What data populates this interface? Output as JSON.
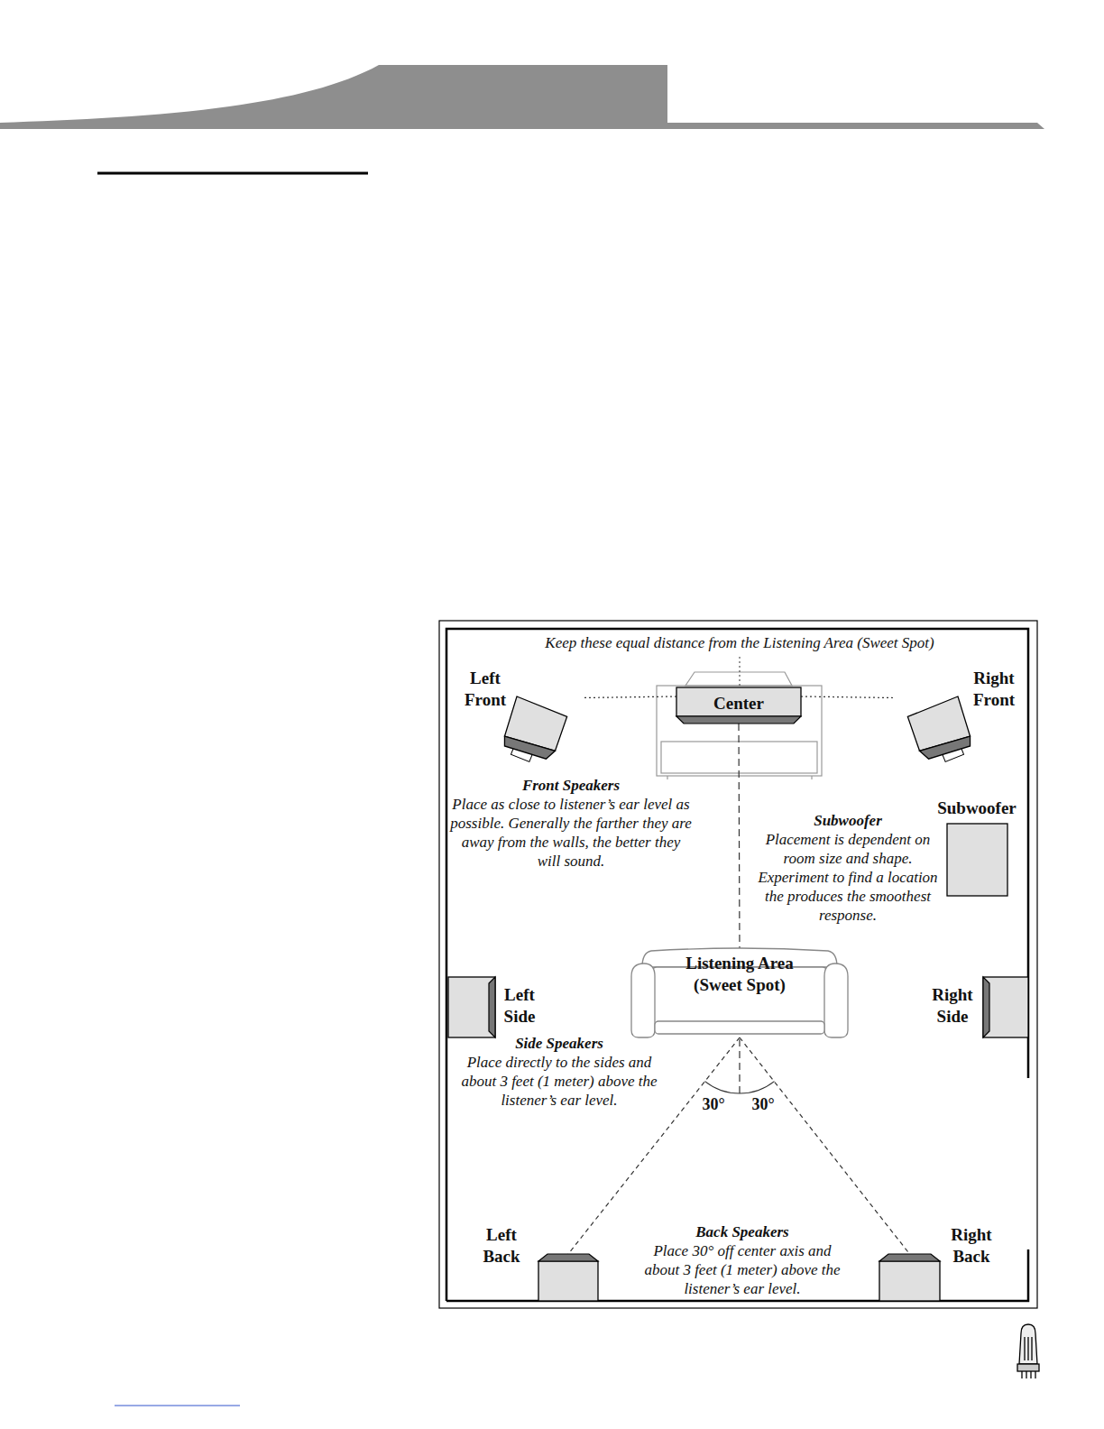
{
  "diagram": {
    "nodes": [
      {
        "text": [
          "Left Front"
        ]
      },
      {
        "text": [
          "Center"
        ]
      },
      {
        "text": [
          "Right Front"
        ]
      },
      {
        "text": [
          "Subwoofer"
        ]
      },
      {
        "text": [
          "Listening Area (Sweet Spot)"
        ]
      },
      {
        "text": [
          "Left Side"
        ]
      },
      {
        "text": [
          "Right Side"
        ]
      },
      {
        "text": [
          "Left Back"
        ]
      },
      {
        "text": [
          "Right Back"
        ]
      }
    ],
    "edges": [
      {
        "from": 1,
        "to": 0,
        "arrow": "none"
      },
      {
        "from": 1,
        "to": 2,
        "arrow": "none"
      },
      {
        "from": 1,
        "to": 4,
        "arrow": "none"
      },
      {
        "from": 4,
        "to": 7,
        "arrow": "none"
      },
      {
        "from": 4,
        "to": 8,
        "arrow": "none"
      }
    ],
    "labels": [
      "Keep these equal distance from the Listening Area (Sweet Spot)",
      "Front Speakers",
      "Place as close to listener’s ear level as possible. Generally the farther they are away from the walls, the better they will sound.",
      "Subwoofer",
      "Placement is dependent on room size and shape. Experiment to find a location the produces the smoothest response.",
      "Side Speakers",
      "Place directly to the sides and about 3 feet (1 meter) above the listener’s ear level.",
      "30°",
      "30°",
      "Back Speakers",
      "Place 30° off center axis and about 3 feet (1 meter) above the listener’s ear level."
    ]
  }
}
